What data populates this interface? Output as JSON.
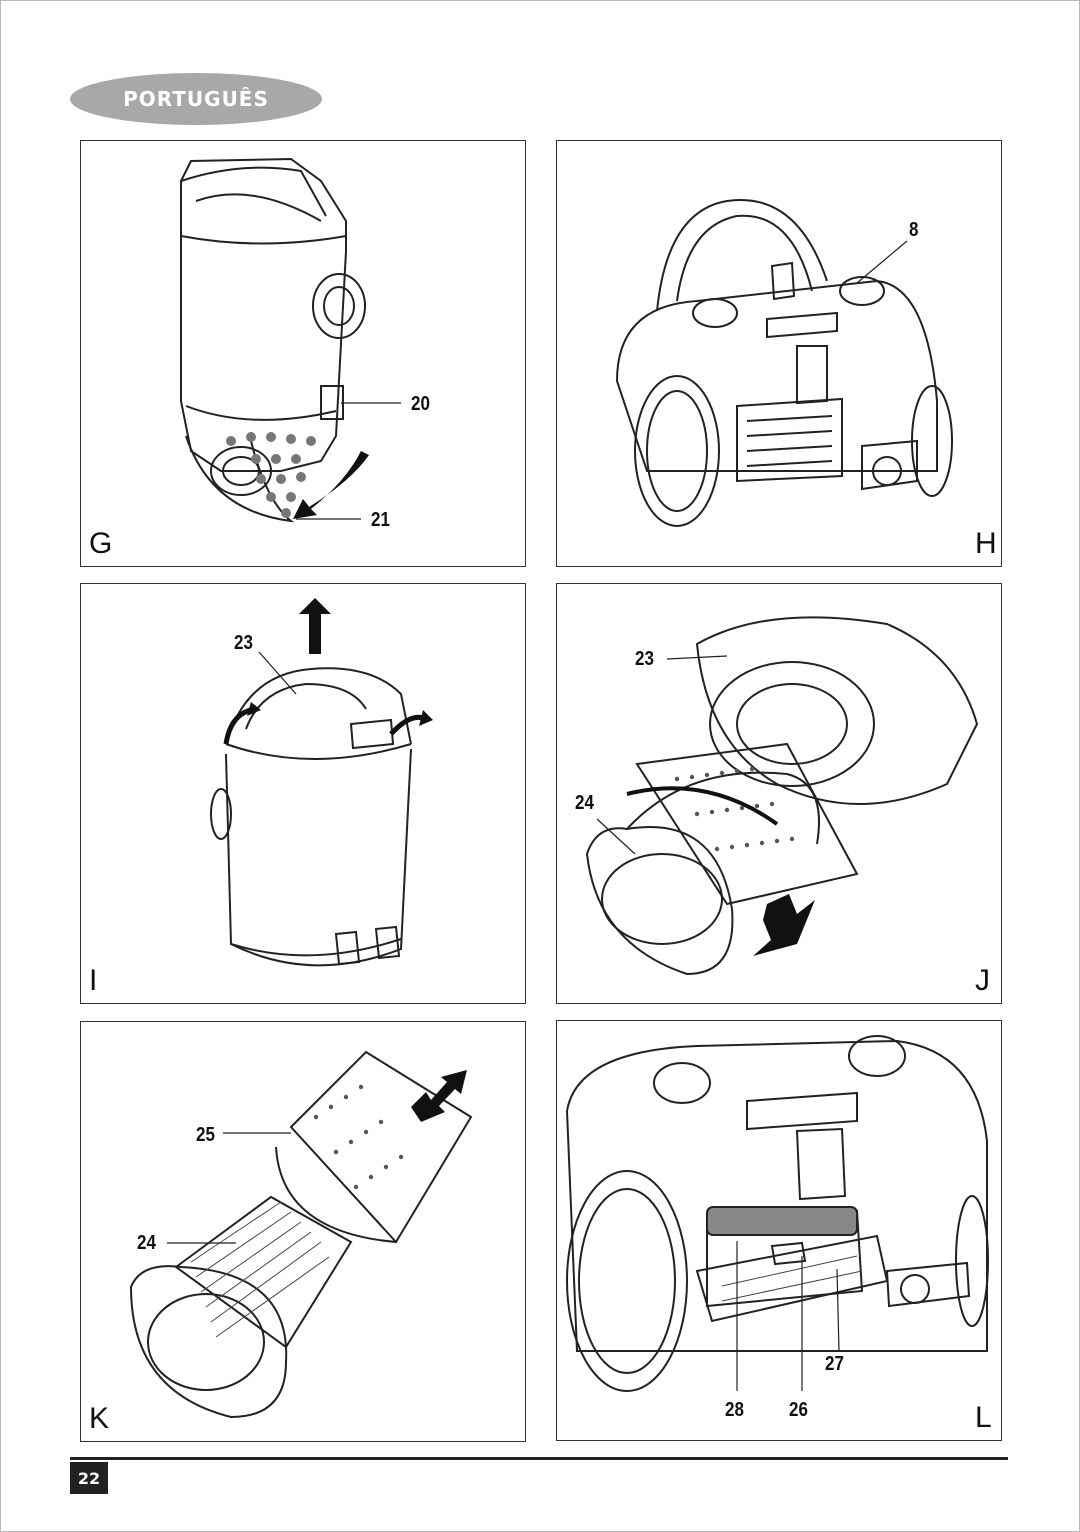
{
  "header": {
    "language": "PORTUGUÊS"
  },
  "panels": {
    "g": {
      "letter": "G",
      "callouts": [
        "20",
        "21"
      ]
    },
    "h": {
      "letter": "H",
      "callouts": [
        "8"
      ]
    },
    "i": {
      "letter": "I",
      "callouts": [
        "23"
      ]
    },
    "j": {
      "letter": "J",
      "callouts": [
        "23",
        "24"
      ]
    },
    "k": {
      "letter": "K",
      "callouts": [
        "25",
        "24"
      ]
    },
    "l": {
      "letter": "L",
      "callouts": [
        "27",
        "28",
        "26"
      ]
    }
  },
  "footer": {
    "page_number": "22"
  }
}
